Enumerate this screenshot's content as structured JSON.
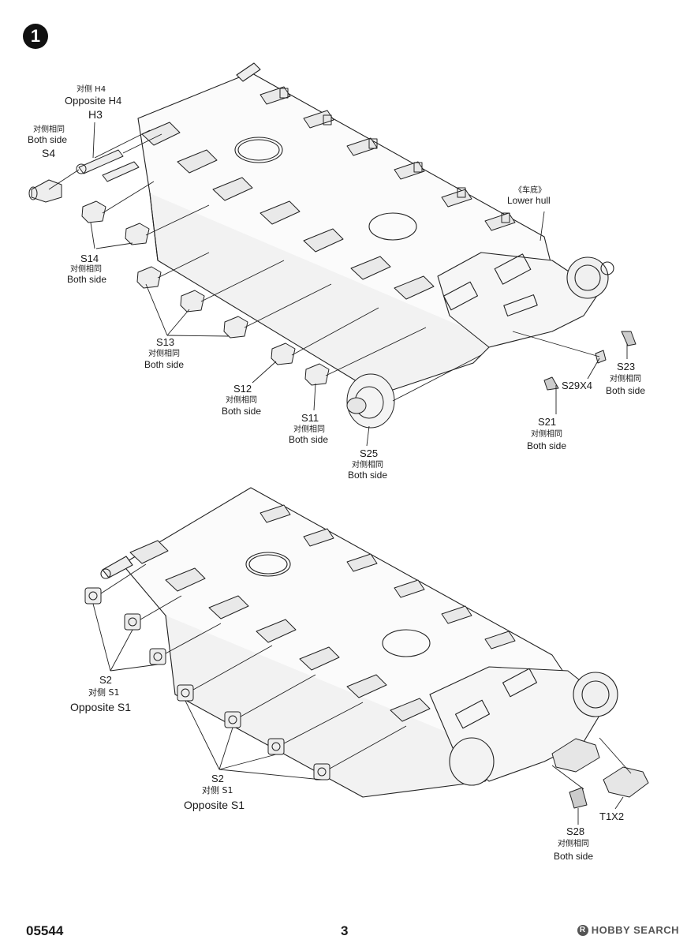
{
  "step_number": "1",
  "labels": {
    "h4_cn": "对侧 H4",
    "h4_en": "Opposite H4",
    "h3": "H3",
    "s4_cn": "对侧相同",
    "s4_both": "Both side",
    "s4": "S4",
    "s14": "S14",
    "s14_cn": "对侧相同",
    "s14_both": "Both side",
    "s13": "S13",
    "s13_cn": "对侧相同",
    "s13_both": "Both side",
    "s12": "S12",
    "s12_cn": "对侧相同",
    "s12_both": "Both side",
    "s11": "S11",
    "s11_cn": "对侧相同",
    "s11_both": "Both side",
    "s25": "S25",
    "s25_cn": "对侧相同",
    "s25_both": "Both side",
    "lower_hull_cn": "《车底》",
    "lower_hull": "Lower hull",
    "s29x4": "S29X4",
    "s23": "S23",
    "s23_cn": "对侧相同",
    "s23_both": "Both side",
    "s21": "S21",
    "s21_cn": "对侧相同",
    "s21_both": "Both side",
    "s2a": "S2",
    "s1a_cn": "对侧 S1",
    "s1a_en": "Opposite S1",
    "s2b": "S2",
    "s1b_cn": "对侧 S1",
    "s1b_en": "Opposite S1",
    "t1x2": "T1X2",
    "s28": "S28",
    "s28_cn": "对侧相同",
    "s28_both": "Both side"
  },
  "footer": {
    "code": "05544",
    "page": "3",
    "watermark": "HOBBY SEARCH",
    "watermark_mark": "R"
  }
}
